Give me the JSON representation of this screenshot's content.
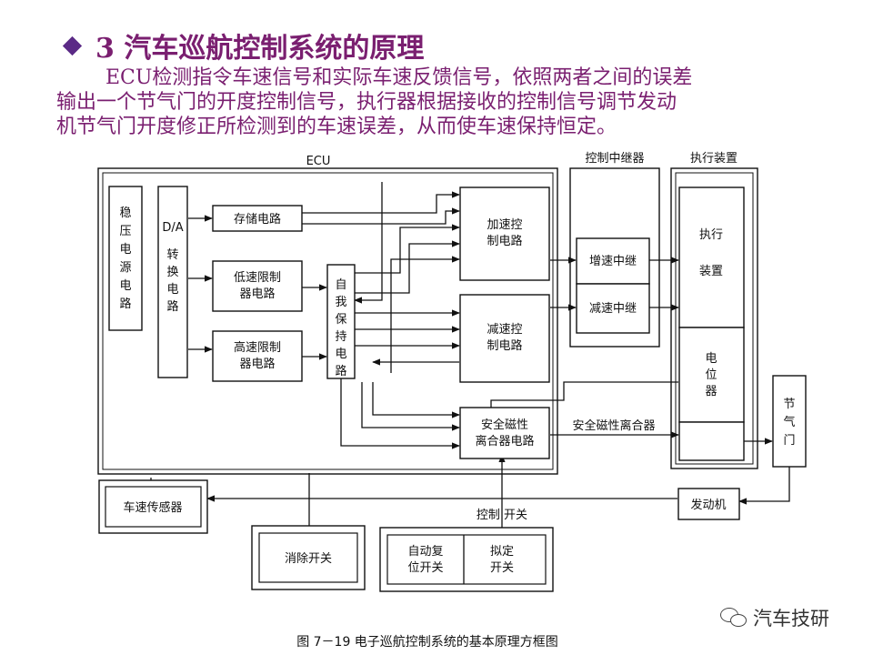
{
  "slide": {
    "title": "3  汽车巡航控制系统的原理",
    "paragraph_lines": [
      "ECU检测指令车速信号和实际车速反馈信号，依照两者之间的误差",
      "输出一个节气门的开度控制信号，执行器根据接收的控制信号调节发动",
      "机节气门开度修正所检测到的车速误差，从而使车速保持恒定。"
    ],
    "title_color": "#7a1f70",
    "bullet_color": "#5b2a86"
  },
  "diagram": {
    "group_labels": {
      "ecu": "ECU",
      "relay": "控制中继器",
      "actuator": "执行装置"
    },
    "blocks": {
      "power": "稳压电源电路",
      "da": "D/A",
      "convert": "转换电路",
      "storage": "存储电路",
      "low_limit": [
        "低速限制",
        "器电路"
      ],
      "high_limit": [
        "高速限制",
        "器电路"
      ],
      "self_hold": "自我保持电路",
      "accel": [
        "加速控",
        "制电路"
      ],
      "decel": [
        "减速控",
        "制电路"
      ],
      "clutch_circuit": [
        "安全磁性",
        "离合器电路"
      ],
      "inc_relay": "增速中继",
      "dec_relay": "减速中继",
      "actuator_unit": [
        "执行",
        "装置"
      ],
      "potentiometer": "电位器",
      "throttle": "节气门",
      "engine": "发动机",
      "speed_sensor": "车速传感器",
      "cancel_switch": "消除开关",
      "resume_switch": [
        "自动复",
        "位开关"
      ],
      "set_switch": [
        "拟定",
        "开关"
      ]
    },
    "line_labels": {
      "clutch": "安全磁性离合器",
      "control_switch": "控制  开关"
    },
    "caption": "图 7－19  电子巡航控制系统的基本原理方框图"
  },
  "watermark": {
    "text": "汽车技研",
    "icon": "wechat-icon"
  }
}
